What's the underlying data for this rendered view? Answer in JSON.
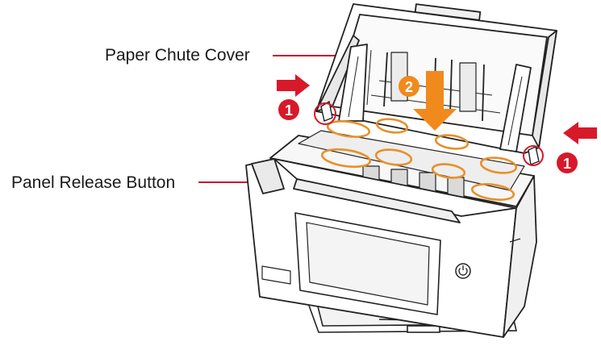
{
  "callouts": {
    "paper_chute_cover": "Paper Chute Cover",
    "panel_release_button": "Panel Release Button"
  },
  "markers": {
    "step1": "1",
    "step2": "2"
  },
  "colors": {
    "callout_line": "#c8102e",
    "step_circle": "#d7192a",
    "push_arrow": "#d7192a",
    "down_arrow": "#f08a1c",
    "roller_highlight": "#e8902a",
    "device_stroke": "#222222"
  },
  "icons": [
    "push-arrow-icon",
    "down-arrow-icon",
    "step-number-icon",
    "power-button-icon"
  ]
}
